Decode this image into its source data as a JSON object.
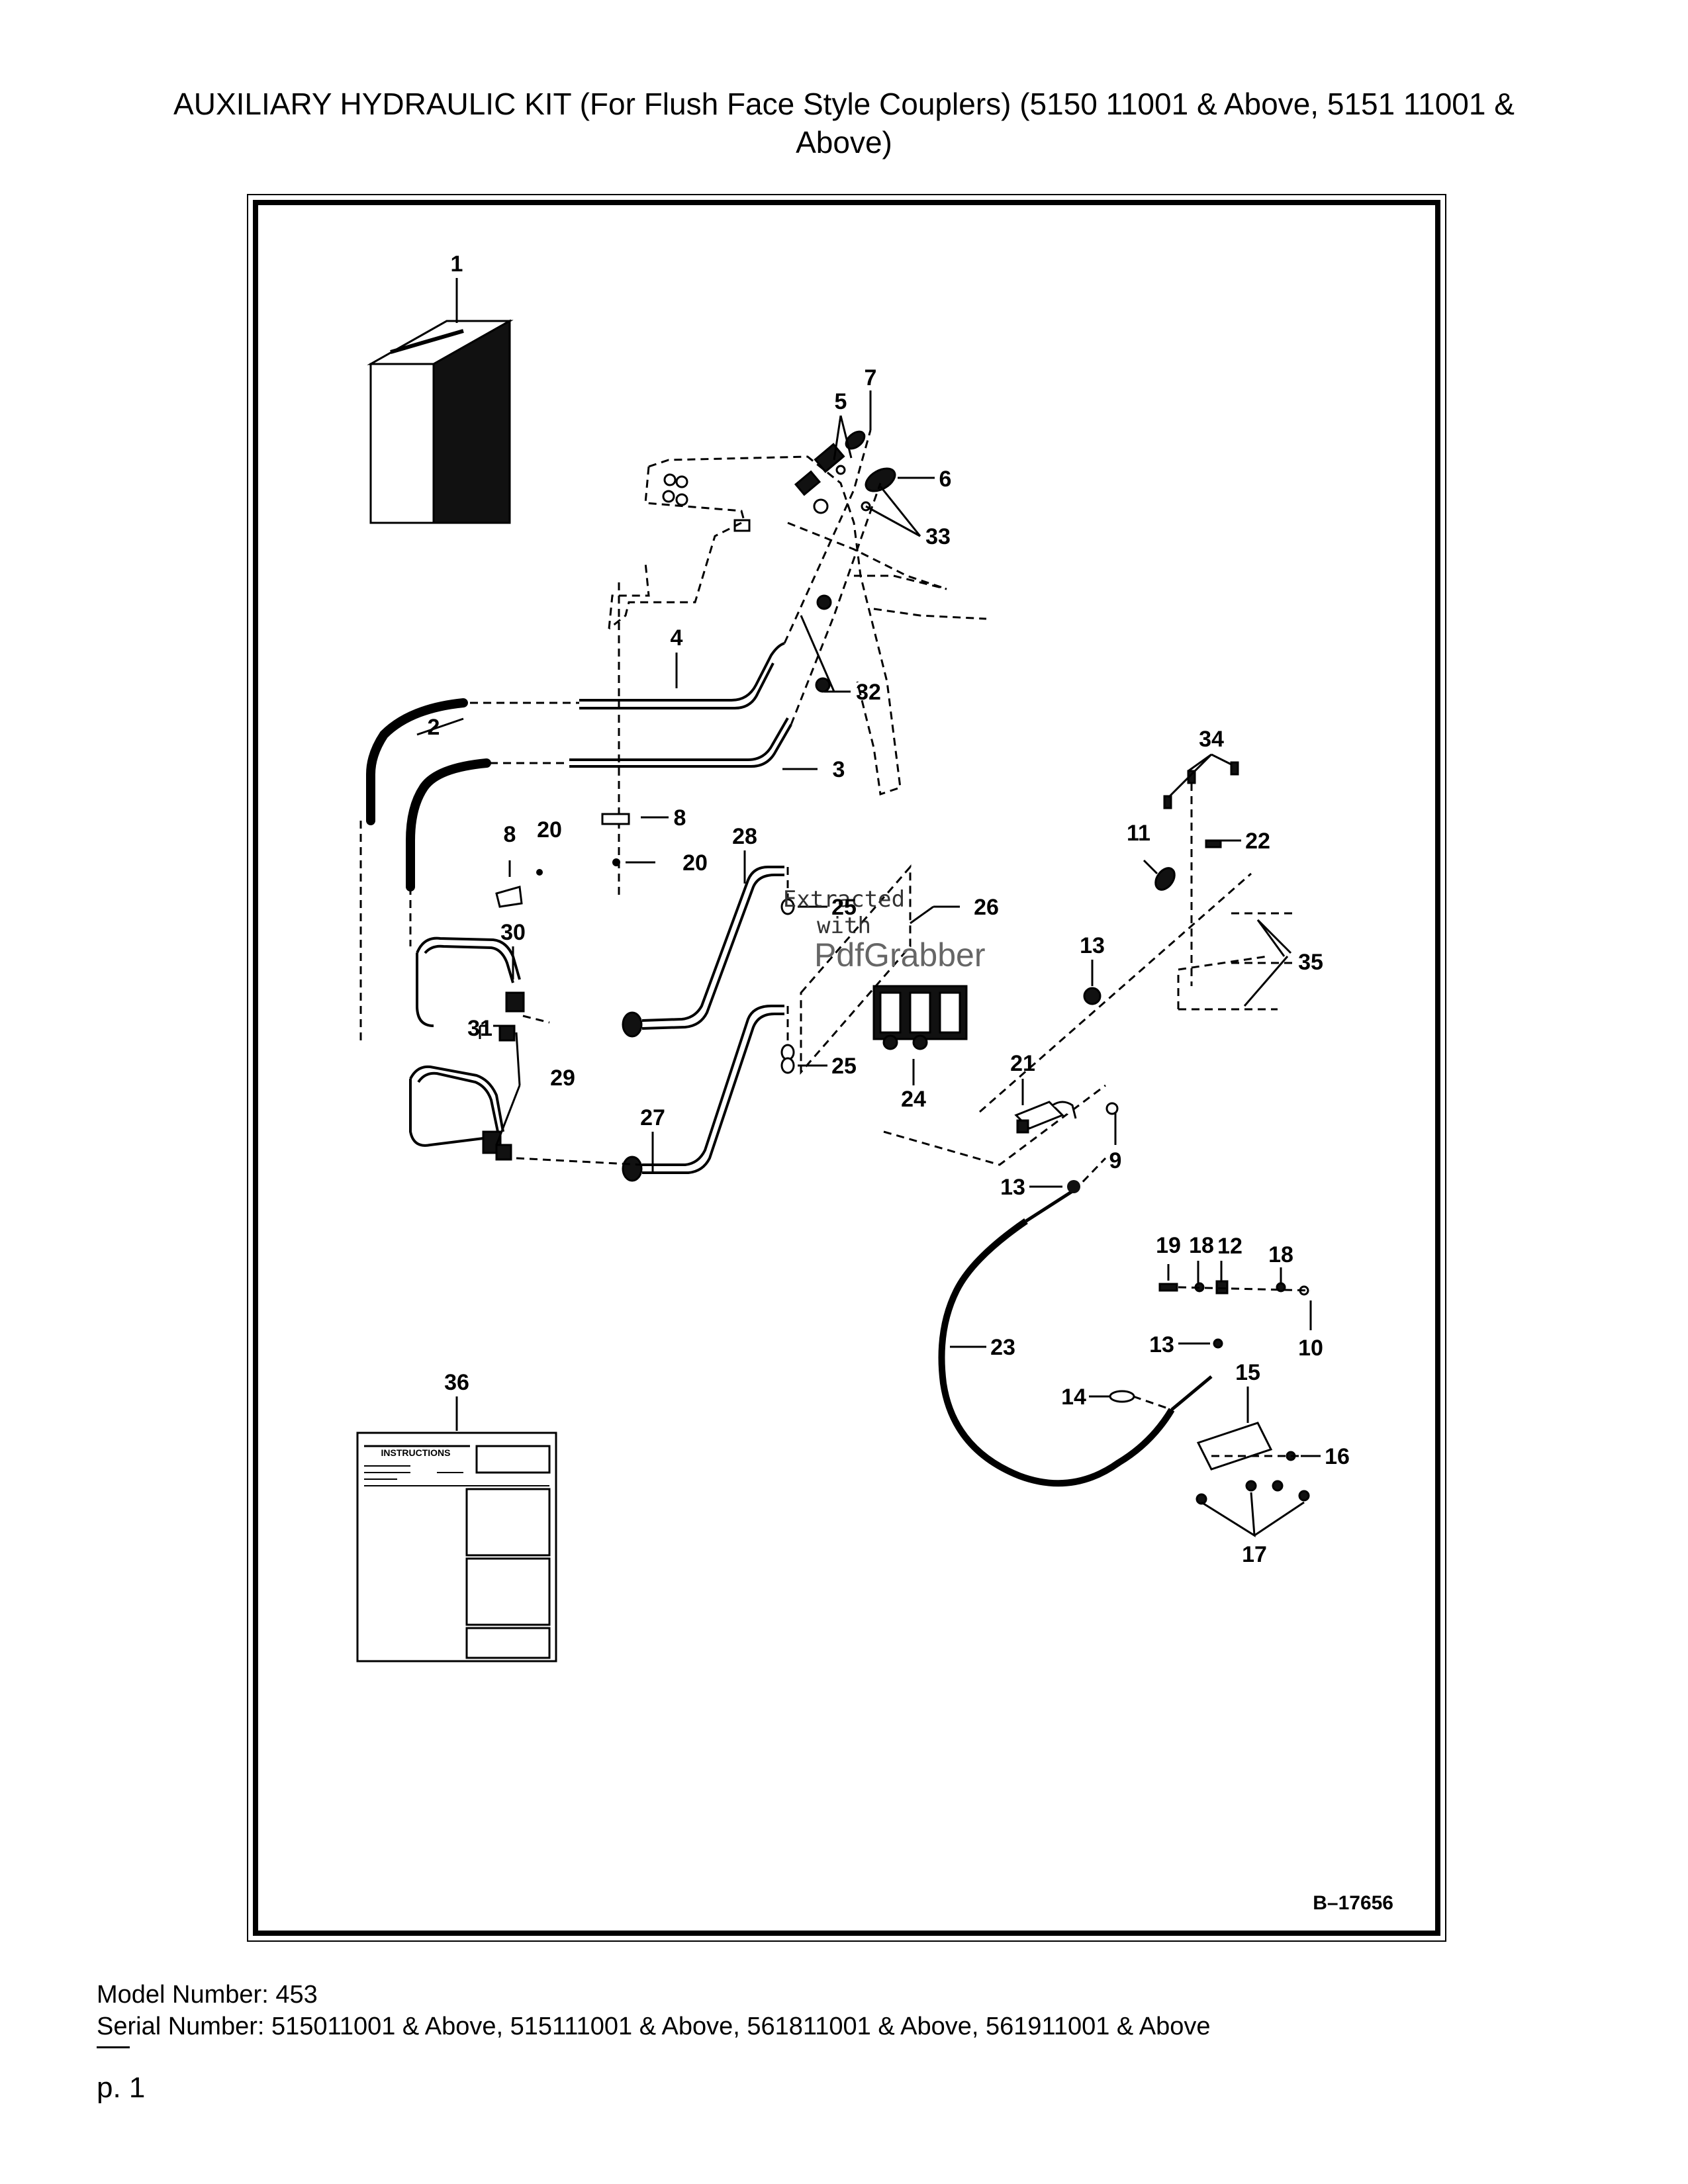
{
  "header": {
    "title_line1": "AUXILIARY HYDRAULIC KIT (For Flush Face Style Couplers) (5150 11001 & Above, 5151 11001 &",
    "title_line2": "Above)"
  },
  "diagram": {
    "figure_code": "B–17656",
    "callouts": {
      "c1": "1",
      "c2": "2",
      "c3": "3",
      "c4": "4",
      "c5": "5",
      "c6": "6",
      "c7": "7",
      "c8a": "8",
      "c8b": "8",
      "c9": "9",
      "c10": "10",
      "c11": "11",
      "c12": "12",
      "c13a": "13",
      "c13b": "13",
      "c13c": "13",
      "c14": "14",
      "c15": "15",
      "c16": "16",
      "c17": "17",
      "c18a": "18",
      "c18b": "18",
      "c19": "19",
      "c20a": "20",
      "c20b": "20",
      "c21": "21",
      "c22": "22",
      "c23": "23",
      "c24": "24",
      "c25a": "25",
      "c25b": "25",
      "c26": "26",
      "c27": "27",
      "c28": "28",
      "c29": "29",
      "c30": "30",
      "c31": "31",
      "c32": "32",
      "c33": "33",
      "c34": "34",
      "c35": "35",
      "c36": "36"
    },
    "instruction_sheet_heading": "INSTRUCTIONS",
    "watermark": {
      "line1": "Extracted",
      "line2": "with",
      "brand": "PdfGrabber"
    }
  },
  "footer": {
    "model": "Model Number: 453",
    "serial": "Serial Number: 515011001 & Above, 515111001 & Above, 561811001 & Above, 561911001 & Above",
    "page": "p. 1"
  }
}
